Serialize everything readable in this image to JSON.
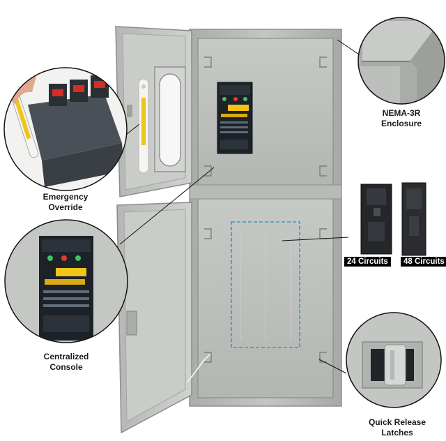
{
  "labels": {
    "emergency_line1": "Emergency",
    "emergency_line2": "Override",
    "centralized_line1": "Centralized",
    "centralized_line2": "Console",
    "nema_line1": "NEMA-3R",
    "nema_line2": "Enclosure",
    "latch_line1": "Quick Release",
    "latch_line2": "Latches"
  },
  "circuits": {
    "option_a": "24 Circuits",
    "option_b": "48 Circuits"
  },
  "colors": {
    "enclosure": "#b9bcb8",
    "enclosure_shadow": "#9a9d99",
    "panel_dark": "#1d2228",
    "dashed_outline": "#2e9ad0",
    "badge": "#000000"
  }
}
